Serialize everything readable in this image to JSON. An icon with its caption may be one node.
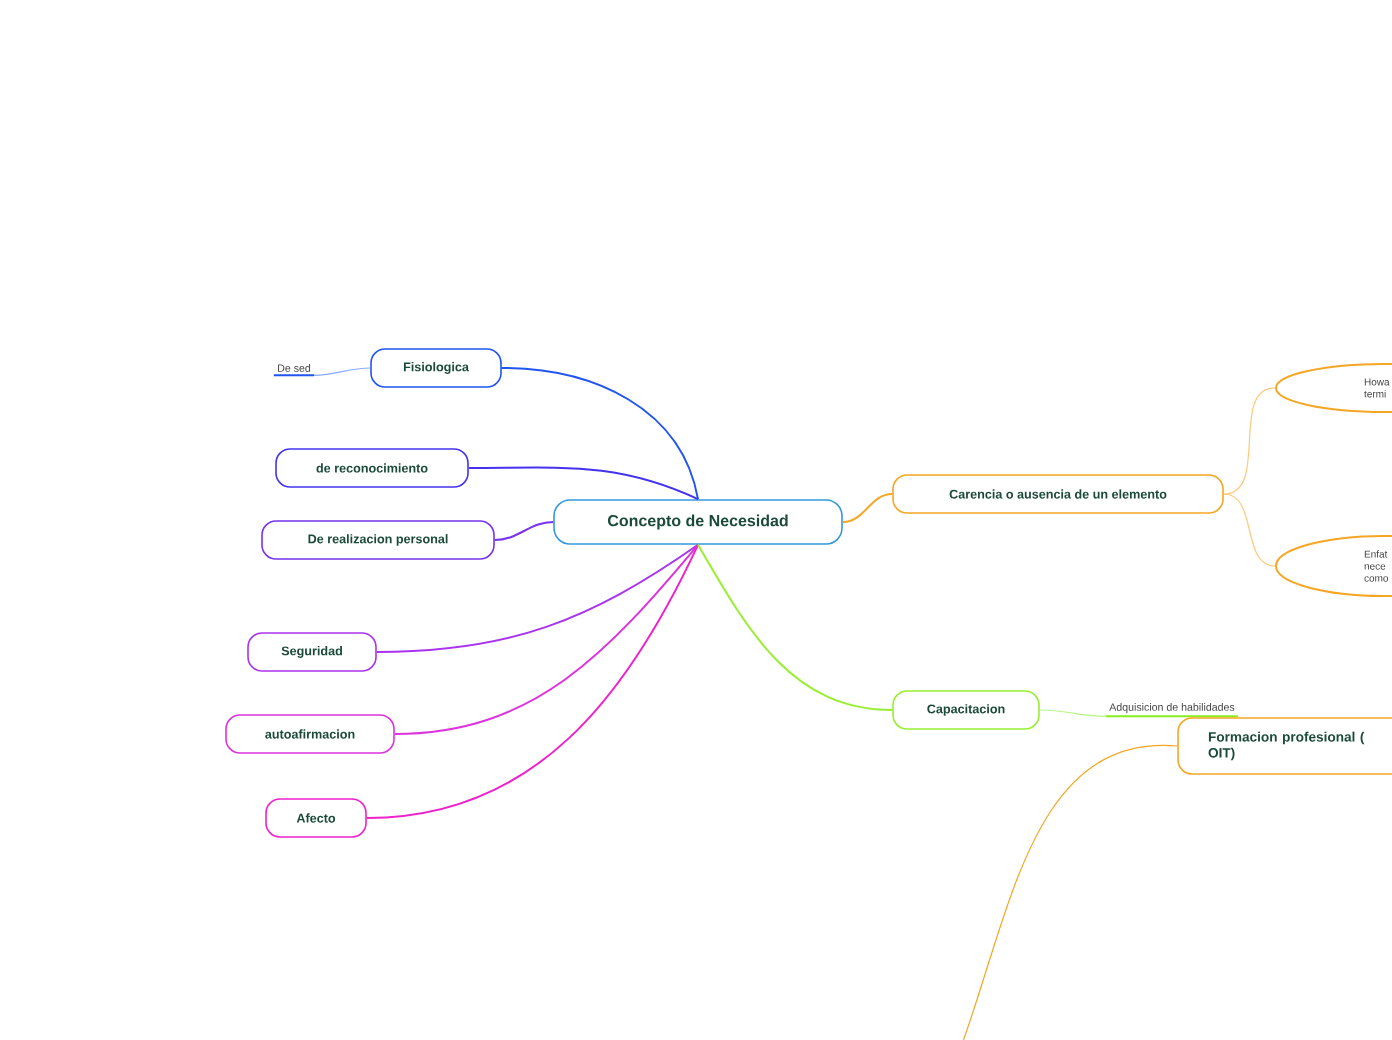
{
  "diagram": {
    "nodes": [
      {
        "text": [
          "Concepto de Necesidad"
        ]
      },
      {
        "text": [
          "Fisiologica"
        ]
      },
      {
        "text": [
          "De sed"
        ]
      },
      {
        "text": [
          "de reconocimiento"
        ]
      },
      {
        "text": [
          "De realizacion personal"
        ]
      },
      {
        "text": [
          "Seguridad"
        ]
      },
      {
        "text": [
          "autoafirmacion"
        ]
      },
      {
        "text": [
          "Afecto"
        ]
      },
      {
        "text": [
          "Carencia o ausencia de un elemento"
        ]
      },
      {
        "text": [
          "Howa termi"
        ]
      },
      {
        "text": [
          "Enfat nece como"
        ]
      },
      {
        "text": [
          "Capacitacion"
        ]
      },
      {
        "text": [
          "Adquisicion de habilidades"
        ]
      },
      {
        "text": [
          "Formacion profesional ( OIT)"
        ]
      }
    ],
    "edges": [
      {
        "from": 0,
        "to": 1,
        "arrow": "none",
        "color": "#2255ee"
      },
      {
        "from": 1,
        "to": 2,
        "arrow": "none",
        "color": "#88aaff"
      },
      {
        "from": 0,
        "to": 3,
        "arrow": "none",
        "color": "#4433ee"
      },
      {
        "from": 0,
        "to": 4,
        "arrow": "none",
        "color": "#7733ee"
      },
      {
        "from": 0,
        "to": 5,
        "arrow": "none",
        "color": "#aa33ee"
      },
      {
        "from": 0,
        "to": 6,
        "arrow": "none",
        "color": "#dd33dd"
      },
      {
        "from": 0,
        "to": 7,
        "arrow": "none",
        "color": "#ee22cc"
      },
      {
        "from": 0,
        "to": 8,
        "arrow": "none",
        "color": "#f5a623"
      },
      {
        "from": 8,
        "to": 9,
        "arrow": "none",
        "color": "#fcc97a"
      },
      {
        "from": 8,
        "to": 10,
        "arrow": "none",
        "color": "#fcc97a"
      },
      {
        "from": 0,
        "to": 11,
        "arrow": "none",
        "color": "#99ee33"
      },
      {
        "from": 11,
        "to": 12,
        "arrow": "none",
        "color": "#bbf58a"
      },
      {
        "from": 13,
        "to": null,
        "arrow": "none",
        "color": "#f5a623"
      }
    ]
  }
}
